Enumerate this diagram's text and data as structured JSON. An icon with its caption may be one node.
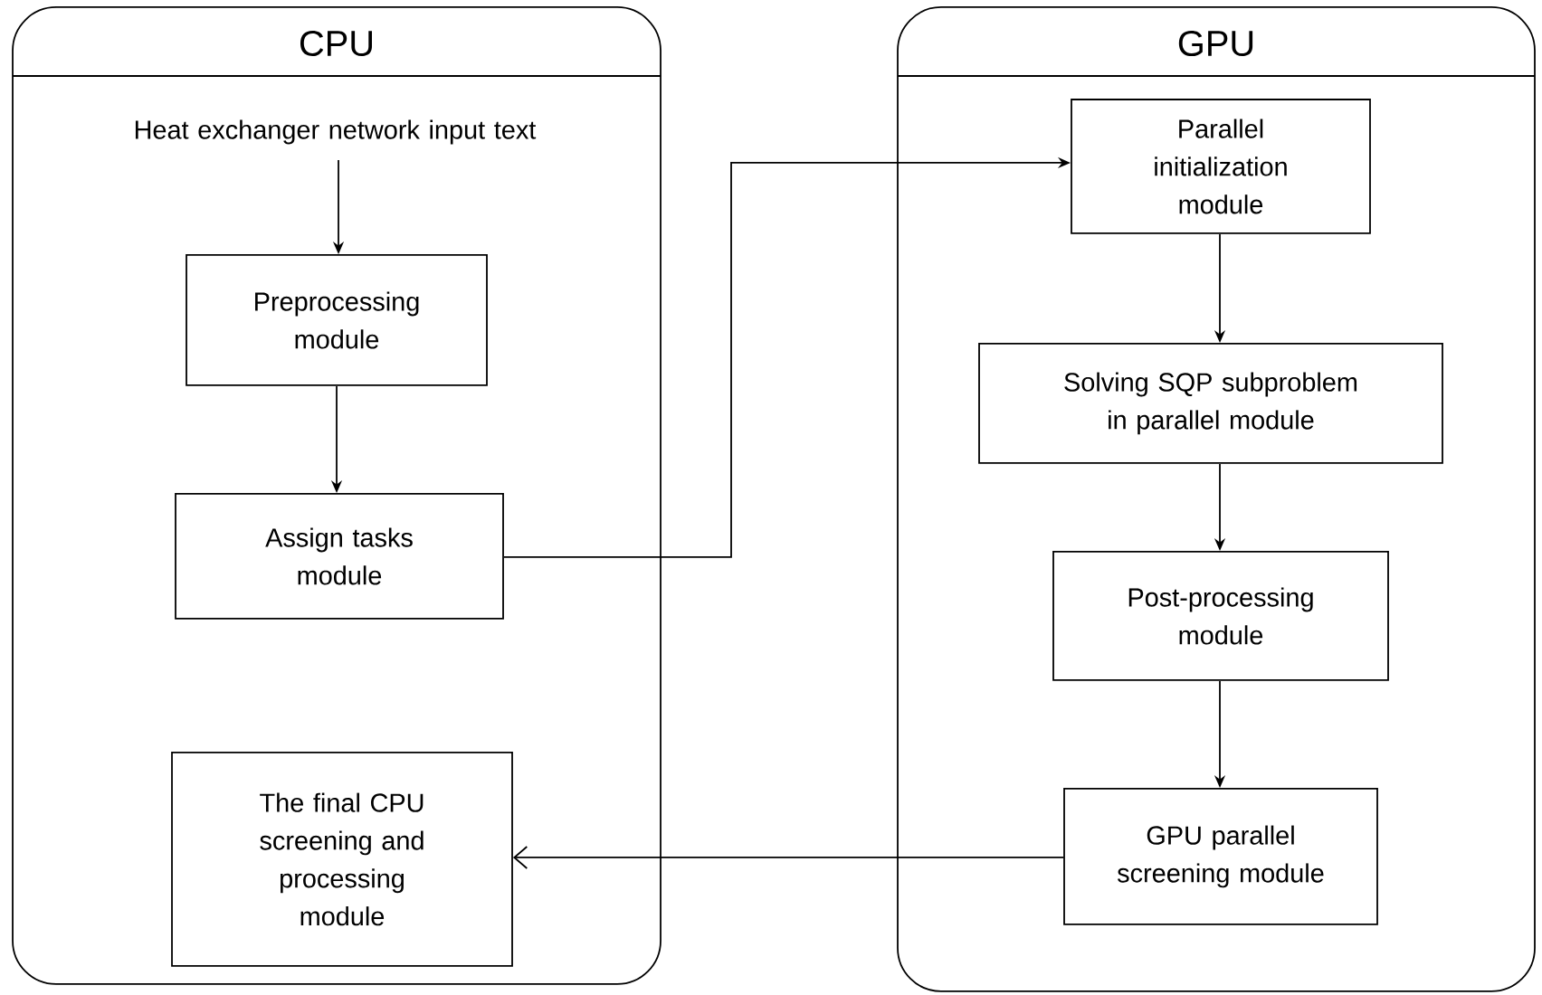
{
  "diagram": {
    "nodes": [
      {
        "text": [
          "CPU"
        ]
      },
      {
        "text": [
          "Heat exchanger network input text"
        ],
        "in": 0
      },
      {
        "text": [
          "Preprocessing module"
        ],
        "in": 0
      },
      {
        "text": [
          "Assign tasks module"
        ],
        "in": 0
      },
      {
        "text": [
          "The final CPU screening and processing module"
        ],
        "in": 0
      },
      {
        "text": [
          "GPU"
        ]
      },
      {
        "text": [
          "Parallel initialization module"
        ],
        "in": 5
      },
      {
        "text": [
          "Solving SQP subproblem in parallel module"
        ],
        "in": 5
      },
      {
        "text": [
          "Post-processing module"
        ],
        "in": 5
      },
      {
        "text": [
          "GPU parallel screening module"
        ],
        "in": 5
      }
    ],
    "edges": [
      {
        "from": 1,
        "to": 2,
        "arrow": "to"
      },
      {
        "from": 2,
        "to": 3,
        "arrow": "to"
      },
      {
        "from": 3,
        "to": 6,
        "arrow": "to"
      },
      {
        "from": 6,
        "to": 7,
        "arrow": "to"
      },
      {
        "from": 7,
        "to": 8,
        "arrow": "to"
      },
      {
        "from": 8,
        "to": 9,
        "arrow": "to"
      },
      {
        "from": 9,
        "to": 4,
        "arrow": "to"
      }
    ]
  }
}
